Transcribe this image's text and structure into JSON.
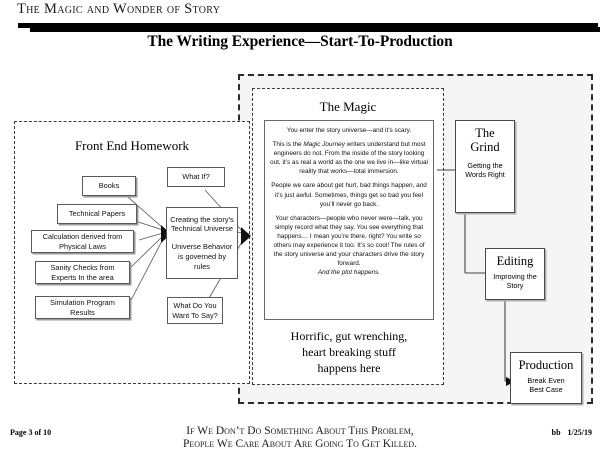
{
  "header": {
    "kicker": "The Magic and Wonder of Story",
    "title": "The Writing Experience—Start-To-Production"
  },
  "regions": {
    "front_end": {
      "title": "Front End Homework"
    },
    "magic": {
      "title": "The Magic"
    }
  },
  "front_end_inputs": [
    {
      "label": "Books"
    },
    {
      "label": "Technical Papers"
    },
    {
      "label": "Calculation derived from Physical Laws"
    },
    {
      "label": "Sanity Checks from Experts In the area"
    },
    {
      "label": "Simulation Program Results"
    }
  ],
  "front_end_questions": [
    {
      "label": "What If?"
    },
    {
      "label": "What Do You Want To Say?"
    }
  ],
  "hub": {
    "line1": "Creating the story’s",
    "line2": "Technical Universe",
    "line3": "Universe Behavior",
    "line4": "is governed by rules"
  },
  "magic_text": {
    "p1": "You enter the story universe—and it’s scary.",
    "p2_a": "This is the ",
    "p2_em": "Magic Journey",
    "p2_b": " writers understand but most engineers do not. From the inside of the story looking out, it’s as real a world as the one we live in—like virtual reality that works—total immersion.",
    "p3": "People we care about get hurt, bad things happen, and it’s just awful. Sometimes, things get so bad you feel you’ll never go back.",
    "p4": "Your characters—people who never were—talk, you simply record what they say. You see everything that happens… I mean you’re there, right? You write so others may experience it too. It’s so cool! The rules of the story universe and your characters drive the story forward.",
    "p5_em": "And the plot happens."
  },
  "magic_footer": {
    "line1": "Horrific, gut wrenching,",
    "line2": "heart breaking stuff",
    "line3": "happens here"
  },
  "stages": [
    {
      "name": "grind",
      "heading_line1": "The",
      "heading_line2": "Grind",
      "sub_line1": "Getting the",
      "sub_line2": "Words Right"
    },
    {
      "name": "editing",
      "heading_line1": "Editing",
      "heading_line2": "",
      "sub_line1": "Improving the",
      "sub_line2": "Story"
    },
    {
      "name": "production",
      "heading_line1": "Production",
      "heading_line2": "",
      "sub_line1": "Break Even",
      "sub_line2": "Best Case"
    }
  ],
  "footer": {
    "page": "Page 3 of 10",
    "tagline_line1": "If We Don’t Do Something About This Problem,",
    "tagline_line2": "People We Care About Are Going To Get Killed.",
    "initials": "bb",
    "date": "1/25/19"
  }
}
